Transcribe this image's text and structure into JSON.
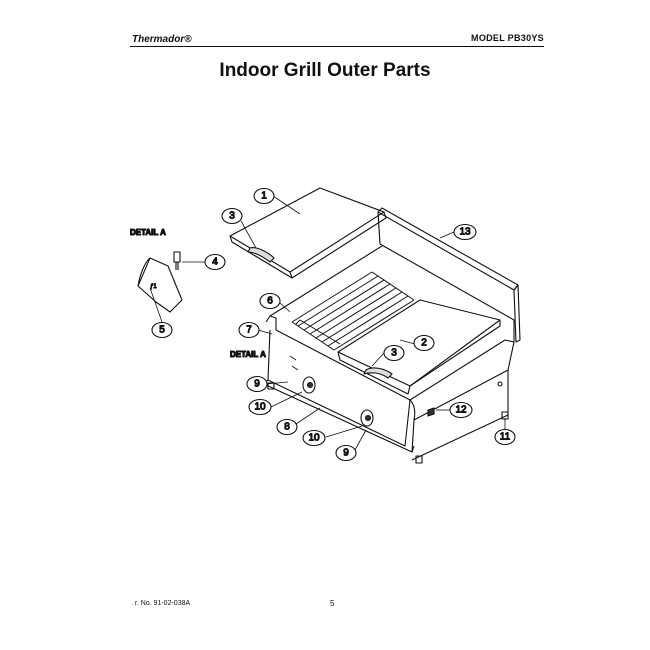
{
  "header": {
    "brand": "Thermador®",
    "model": "MODEL PB30YS"
  },
  "title": "Indoor Grill Outer Parts",
  "diagram": {
    "detail_labels": [
      "DETAIL A",
      "DETAIL A"
    ],
    "callouts": [
      "1",
      "2",
      "3",
      "3",
      "4",
      "5",
      "6",
      "7",
      "8",
      "9",
      "9",
      "10",
      "10",
      "11",
      "12",
      "13"
    ]
  },
  "footer": {
    "doc_number": ". r. No. 91-02-038A",
    "page_number": "5"
  }
}
